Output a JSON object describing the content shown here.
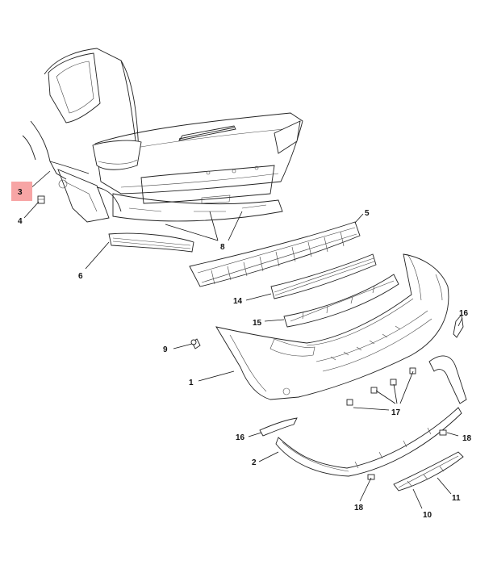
{
  "diagram": {
    "callouts": [
      {
        "id": "c1",
        "label": "1",
        "highlighted": false
      },
      {
        "id": "c2",
        "label": "2",
        "highlighted": false
      },
      {
        "id": "c3",
        "label": "3",
        "highlighted": true
      },
      {
        "id": "c4",
        "label": "4",
        "highlighted": false
      },
      {
        "id": "c5",
        "label": "5",
        "highlighted": false
      },
      {
        "id": "c6",
        "label": "6",
        "highlighted": false
      },
      {
        "id": "c8",
        "label": "8",
        "highlighted": false
      },
      {
        "id": "c9",
        "label": "9",
        "highlighted": false
      },
      {
        "id": "c10",
        "label": "10",
        "highlighted": false
      },
      {
        "id": "c11",
        "label": "11",
        "highlighted": false
      },
      {
        "id": "c14",
        "label": "14",
        "highlighted": false
      },
      {
        "id": "c15",
        "label": "15",
        "highlighted": false
      },
      {
        "id": "c16a",
        "label": "16",
        "highlighted": false
      },
      {
        "id": "c16b",
        "label": "16",
        "highlighted": false
      },
      {
        "id": "c17",
        "label": "17",
        "highlighted": false
      },
      {
        "id": "c18a",
        "label": "18",
        "highlighted": false
      },
      {
        "id": "c18b",
        "label": "18",
        "highlighted": false
      }
    ],
    "highlight_color": "#f7a5a5",
    "line_color": "#222222",
    "background_color": "#ffffff"
  }
}
